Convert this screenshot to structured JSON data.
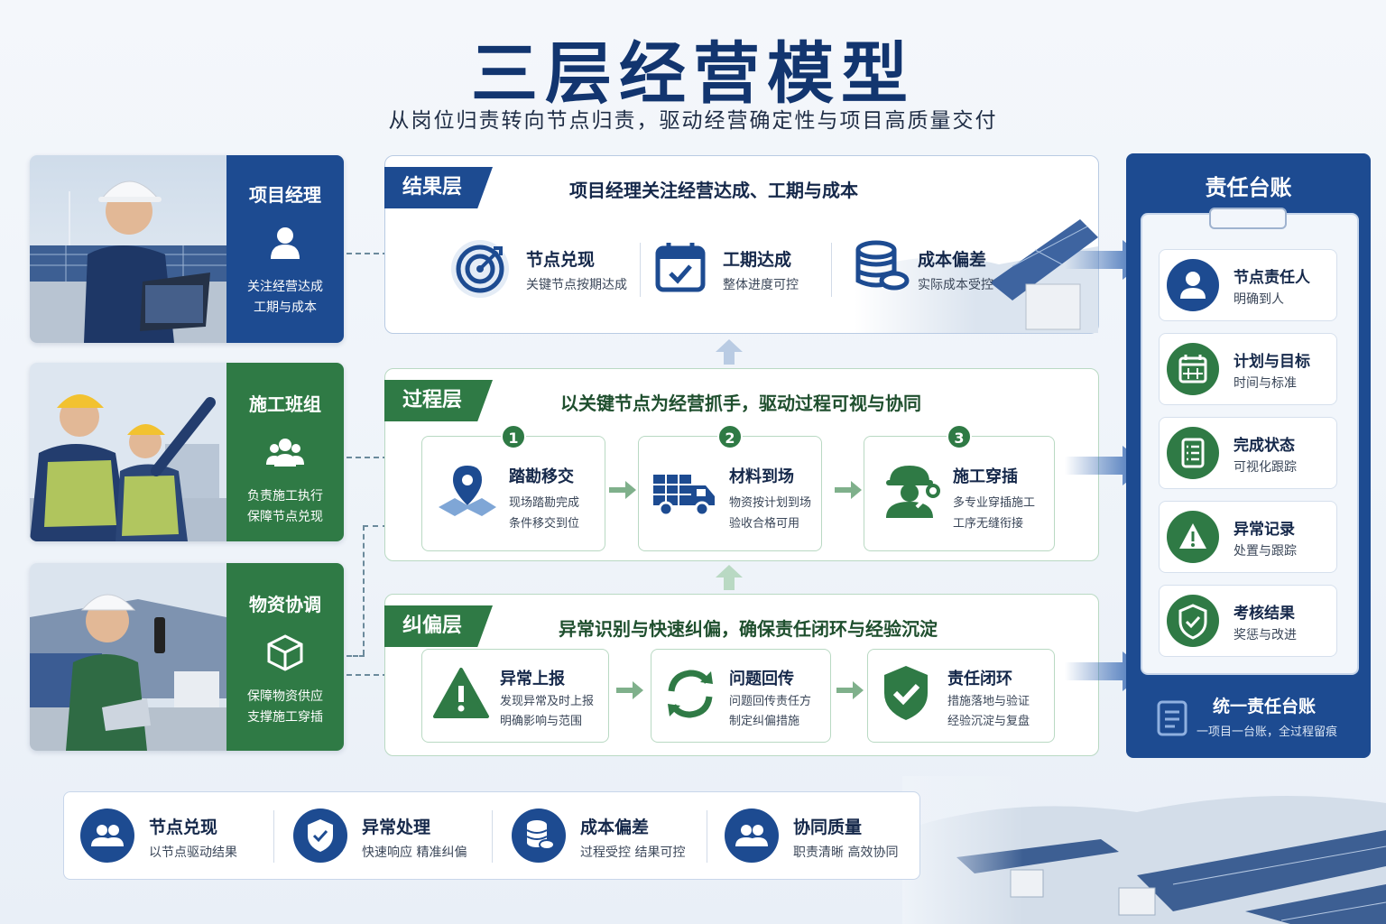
{
  "title": "三层经营模型",
  "subtitle": "从岗位归责转向节点归责，驱动经营确定性与项目高质量交付",
  "roles": [
    {
      "title": "项目经理",
      "icon": "person-icon",
      "desc1": "关注经营达成",
      "desc2": "工期与成本",
      "color": "#1d4b91"
    },
    {
      "title": "施工班组",
      "icon": "team-icon",
      "desc1": "负责施工执行",
      "desc2": "保障节点兑现",
      "color": "#2f7a45"
    },
    {
      "title": "物资协调",
      "icon": "box-icon",
      "desc1": "保障物资供应",
      "desc2": "支撑施工穿插",
      "color": "#2f7a45"
    }
  ],
  "layers": {
    "result": {
      "tag": "结果层",
      "headline": "项目经理关注经营达成、工期与成本",
      "items": [
        {
          "title": "节点兑现",
          "desc": "关键节点按期达成",
          "icon": "target-icon"
        },
        {
          "title": "工期达成",
          "desc": "整体进度可控",
          "icon": "calendar-check-icon"
        },
        {
          "title": "成本偏差",
          "desc": "实际成本受控",
          "icon": "coins-icon"
        }
      ]
    },
    "process": {
      "tag": "过程层",
      "headline": "以关键节点为经营抓手，驱动过程可视与协同",
      "steps": [
        {
          "num": "1",
          "title": "踏勘移交",
          "desc1": "现场踏勘完成",
          "desc2": "条件移交到位",
          "icon": "map-pin-icon"
        },
        {
          "num": "2",
          "title": "材料到场",
          "desc1": "物资按计划到场",
          "desc2": "验收合格可用",
          "icon": "truck-icon"
        },
        {
          "num": "3",
          "title": "施工穿插",
          "desc1": "多专业穿插施工",
          "desc2": "工序无缝衔接",
          "icon": "worker-icon"
        }
      ]
    },
    "correction": {
      "tag": "纠偏层",
      "headline": "异常识别与快速纠偏，确保责任闭环与经验沉淀",
      "steps": [
        {
          "title": "异常上报",
          "desc1": "发现异常及时上报",
          "desc2": "明确影响与范围",
          "icon": "warning-icon"
        },
        {
          "title": "问题回传",
          "desc1": "问题回传责任方",
          "desc2": "制定纠偏措施",
          "icon": "refresh-icon"
        },
        {
          "title": "责任闭环",
          "desc1": "措施落地与验证",
          "desc2": "经验沉淀与复盘",
          "icon": "shield-check-icon"
        }
      ]
    }
  },
  "ledger": {
    "title": "责任台账",
    "items": [
      {
        "title": "节点责任人",
        "desc": "明确到人",
        "icon": "person-icon"
      },
      {
        "title": "计划与目标",
        "desc": "时间与标准",
        "icon": "calendar-icon"
      },
      {
        "title": "完成状态",
        "desc": "可视化跟踪",
        "icon": "checklist-icon"
      },
      {
        "title": "异常记录",
        "desc": "处置与跟踪",
        "icon": "warning-icon"
      },
      {
        "title": "考核结果",
        "desc": "奖惩与改进",
        "icon": "shield-check-icon"
      }
    ],
    "footer_title": "统一责任台账",
    "footer_desc": "一项目一台账，全过程留痕"
  },
  "bottom": [
    {
      "title": "节点兑现",
      "desc": "以节点驱动结果",
      "icon": "team-icon"
    },
    {
      "title": "异常处理",
      "desc": "快速响应 精准纠偏",
      "icon": "shield-check-icon"
    },
    {
      "title": "成本偏差",
      "desc": "过程受控 结果可控",
      "icon": "coins-icon"
    },
    {
      "title": "协同质量",
      "desc": "职责清晰 高效协同",
      "icon": "team-icon"
    }
  ],
  "colors": {
    "blue": "#1d4b91",
    "green": "#2f7a45",
    "title": "#12356f"
  }
}
